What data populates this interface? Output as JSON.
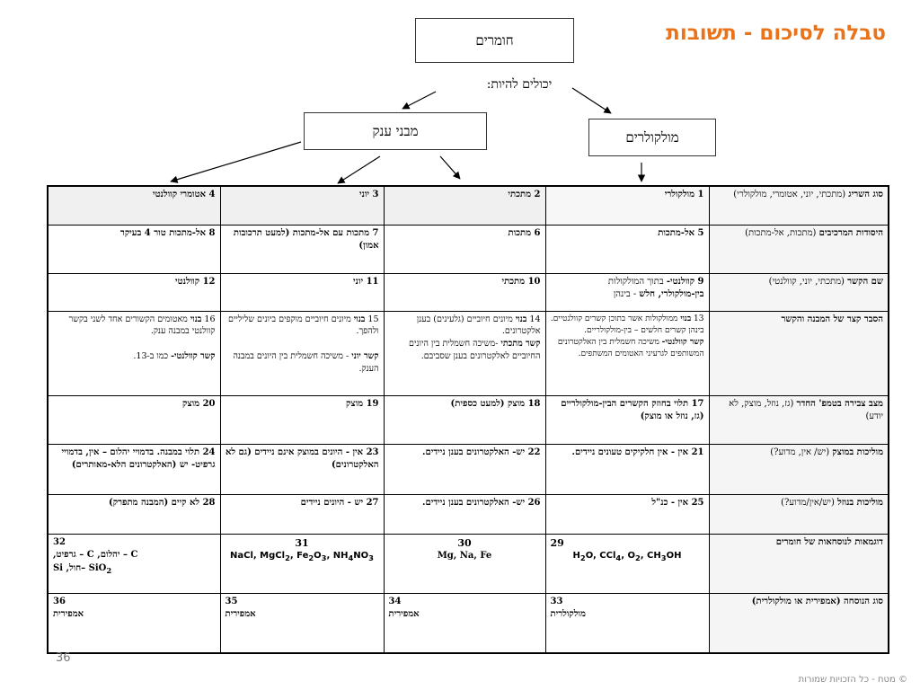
{
  "title": "טבלה לסיכום - תשובות",
  "diagram": {
    "materials": "חומרים",
    "can_be": "יכולים להיות:",
    "giant": "מבני ענק",
    "molecules": "מולקולרים"
  },
  "columns": {
    "molecular": "1  מולקולרי",
    "metallic": "2  מתכתי",
    "ionic": "3 יוני",
    "covalent": "4 אטומרי קוולנטי"
  },
  "rows": {
    "lattice": {
      "label": "סוג השריג",
      "hint": " (מתכתי, יוני, אטומרי, מולקולרי)"
    },
    "elements": {
      "label": "היסודות המרכיבים",
      "hint": " (מתכות, אל-מתכות)",
      "c1": "5 אל-מתכות",
      "c2": "6 מתכות",
      "c3": "7 מתכות עם אל-מתכות (למעט תרכובות אמון)",
      "c4": "8 אל-מתכות טור 4 בעיקר"
    },
    "bond": {
      "label": "שם הקשר",
      "hint": " (מתכתי, יוני, קוולנטי)",
      "c1_a": "9 קוולנטי-",
      "c1_b": " בתוך המולקולות",
      "c1_c": "בין-מולקולרי, חלש",
      "c1_d": " - בינהן",
      "c2": "10 מתכתי",
      "c3": "11 יוני",
      "c4": "12 קוולנטי"
    },
    "explain": {
      "label": "הסבר קצר של המבנה והקשר",
      "c1_num": "13 ",
      "c1_bold": "בנוי",
      "c1_text": " ממולקולות אשר בתוכן קשרים קוולנטיים. בינהן קשרים חלשים – בין-מולקולריים.",
      "c1_bond_label": "קשר קוולנטי-",
      "c1_bond_text": " משיכה חשמלית בין האלקטרונים המשותפים לגרעיני האטומים המשתפים.",
      "c2_num": "14 ",
      "c2_bold": "בנוי",
      "c2_text": " מיונים חיוביים (גלעינים) בענן אלקטרונים.",
      "c2_bond_label": "קשר מתכתי",
      "c2_bond_text": " -משיכה חשמלית בין היונים החיוביים לאלקטרונים בענן שסביבם.",
      "c3_num": "15 ",
      "c3_bold": "בנוי",
      "c3_text": " מיונים חיוביים מוקפים ביונים שליליים ולהפך.",
      "c3_bond_label": "קשר יוני",
      "c3_bond_text": " - משיכה חשמלית בין היונים במבנה הענק.",
      "c4_num": "16 ",
      "c4_bold": "בנוי",
      "c4_text": " מאטומים הקשורים אחד לשני בקשר קוולנטי במבנה ענק.",
      "c4_bond_label": "קשר קוולנטי-",
      "c4_bond_text": " כמו ב-13."
    },
    "state": {
      "label": "מצב צבירה בטמפ' החדר",
      "hint": " (גז, נוזל, מוצק, לא יודע)",
      "c1": "17 תלוי בחוזק הקשרים הבין-מולקולריים (גז, נוזל או מוצק)",
      "c2": "18 מוצק (למעט כספית)",
      "c3": "19 מוצק",
      "c4": "20 מוצק"
    },
    "solid_cond": {
      "label": "מוליכות במוצק",
      "hint": " (יש/ אין, מדוע?)",
      "c1": "21 אין - אין חלקיקים טעונים ניידים.",
      "c2": "22 יש- האלקטרונים בענן ניידים.",
      "c3": "23 אין - היונים במוצק אינם ניידים (גם לא האלקטרונים)",
      "c4": "24 תלוי במבנה. בדמויי יהלום – אין, בדמויי גרפיט- יש (האלקטרונים הלא-מאותרים)"
    },
    "liquid_cond": {
      "label": "מוליכות בנוזל",
      "hint": " (יש/אין/מדוע?)",
      "c1": "25 אין - כנ\"ל",
      "c2": "26 יש- האלקטרונים בענן ניידים.",
      "c3": "27 יש - היונים ניידים",
      "c4": "28 לא קיים (המבנה מתפרק)"
    },
    "examples": {
      "label": "דוגמאות לנוסחאות של חומרים",
      "c1_num": "29",
      "c2_num": "30",
      "c2_text": "Mg, Na, Fe",
      "c3_num": "31",
      "c4_num": "32",
      "c4_line1": "C – יהלום, C – גרפיט,",
      "c4_line2a": "SiO",
      "c4_line2sub": "2",
      "c4_line2b": " –חול,  Si"
    },
    "formula": {
      "label": "סוג הנוסחה (אמפירית או מולקולרית)",
      "c1": "33\nמולקולרית",
      "c2": "34\nאמפירית",
      "c3": "35\nאמפירית",
      "c4": "36\nאמפירית"
    }
  },
  "slide_number": "36",
  "copyright": "© מטח - כל הזכויות שמורות"
}
